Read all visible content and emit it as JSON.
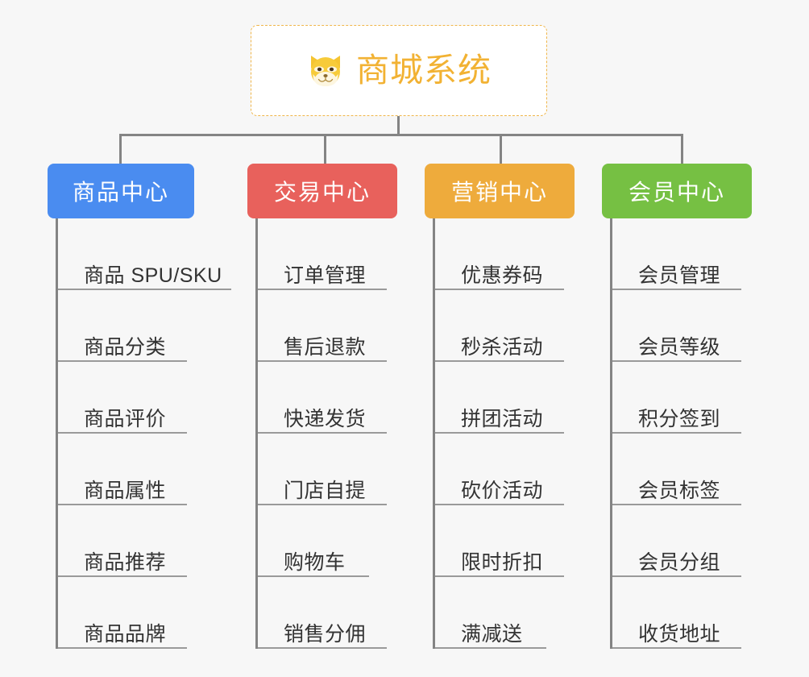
{
  "root": {
    "title": "商城系统",
    "icon": "shiba-dog-icon",
    "border_color": "#f0b64a",
    "text_color": "#f2b233"
  },
  "connector_color": "#848484",
  "background_color": "#f7f7f7",
  "columns": [
    {
      "header": "商品中心",
      "color": "#4a8cf0",
      "items": [
        "商品 SPU/SKU",
        "商品分类",
        "商品评价",
        "商品属性",
        "商品推荐",
        "商品品牌"
      ]
    },
    {
      "header": "交易中心",
      "color": "#e8615c",
      "items": [
        "订单管理",
        "售后退款",
        "快递发货",
        "门店自提",
        "购物车",
        "销售分佣"
      ]
    },
    {
      "header": "营销中心",
      "color": "#eeab3c",
      "items": [
        "优惠券码",
        "秒杀活动",
        "拼团活动",
        "砍价活动",
        "限时折扣",
        "满减送"
      ]
    },
    {
      "header": "会员中心",
      "color": "#76c043",
      "items": [
        "会员管理",
        "会员等级",
        "积分签到",
        "会员标签",
        "会员分组",
        "收货地址"
      ]
    }
  ]
}
